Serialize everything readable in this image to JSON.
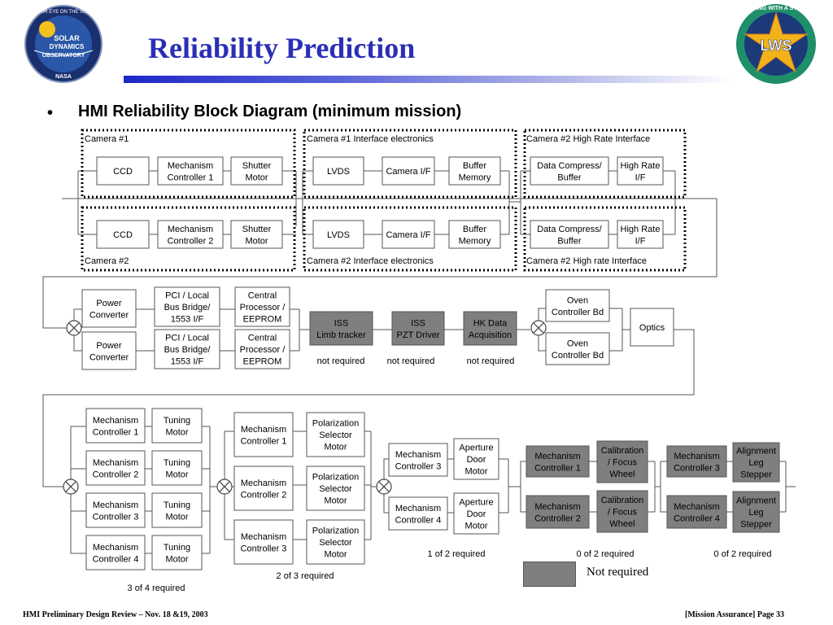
{
  "header": {
    "title": "Reliability Prediction",
    "bullet": "•",
    "subtitle": "HMI Reliability Block Diagram (minimum mission)"
  },
  "logos": {
    "left": {
      "ring": "OUR EYE ON THE SUN",
      "lines": [
        "SOLAR",
        "DYNAMICS",
        "OBSERVATORY"
      ],
      "bottom": "NASA"
    },
    "right": {
      "ring": "LIVING WITH A STAR",
      "center": "LWS"
    }
  },
  "colors": {
    "title": "#2b2fb5",
    "not_required_fill": "#7f7f7f"
  },
  "top_section": {
    "group_labels": {
      "camera1": "Camera #1",
      "camera2": "Camera #2",
      "cam1_interface": "Camera #1 Interface electronics",
      "cam2_interface": "Camera #2 Interface electronics",
      "cam2_hr_top": "Camera #2 High Rate Interface",
      "cam2_hr_bottom": "Camera #2 High rate Interface"
    },
    "row1": [
      [
        "CCD"
      ],
      [
        "Mechanism",
        "Controller 1"
      ],
      [
        "Shutter",
        "Motor"
      ],
      [
        "LVDS"
      ],
      [
        "Camera I/F"
      ],
      [
        "Buffer",
        "Memory"
      ],
      [
        "Data Compress/",
        "Buffer"
      ],
      [
        "High Rate",
        "I/F"
      ]
    ],
    "row2": [
      [
        "CCD"
      ],
      [
        "Mechanism",
        "Controller 2"
      ],
      [
        "Shutter",
        "Motor"
      ],
      [
        "LVDS"
      ],
      [
        "Camera I/F"
      ],
      [
        "Buffer",
        "Memory"
      ],
      [
        "Data Compress/",
        "Buffer"
      ],
      [
        "High Rate",
        "I/F"
      ]
    ]
  },
  "middle_section": {
    "power": [
      [
        "Power",
        "Converter"
      ],
      [
        "Power",
        "Converter"
      ]
    ],
    "bridge": [
      [
        "PCI / Local",
        "Bus Bridge/",
        "1553 I/F"
      ],
      [
        "PCI / Local",
        "Bus Bridge/",
        "1553 I/F"
      ]
    ],
    "cpu": [
      [
        "Central",
        "Processor /",
        "EEPROM"
      ],
      [
        "Central",
        "Processor /",
        "EEPROM"
      ]
    ],
    "grey": [
      [
        "ISS",
        "Limb tracker"
      ],
      [
        "ISS",
        "PZT Driver"
      ],
      [
        "HK Data",
        "Acquisition"
      ]
    ],
    "grey_notes": [
      "not required",
      "not required",
      "not required"
    ],
    "oven": [
      [
        "Oven",
        "Controller Bd"
      ],
      [
        "Oven",
        "Controller Bd"
      ]
    ],
    "optics": [
      "Optics"
    ]
  },
  "bottom_section": {
    "tuning_mech": [
      [
        "Mechanism",
        "Controller 1"
      ],
      [
        "Mechanism",
        "Controller 2"
      ],
      [
        "Mechanism",
        "Controller 3"
      ],
      [
        "Mechanism",
        "Controller 4"
      ]
    ],
    "tuning_motor": [
      [
        "Tuning",
        "Motor"
      ],
      [
        "Tuning",
        "Motor"
      ],
      [
        "Tuning",
        "Motor"
      ],
      [
        "Tuning",
        "Motor"
      ]
    ],
    "tuning_note": "3 of 4 required",
    "pol_mech": [
      [
        "Mechanism",
        "Controller 1"
      ],
      [
        "Mechanism",
        "Controller 2"
      ],
      [
        "Mechanism",
        "Controller 3"
      ]
    ],
    "pol_motor": [
      [
        "Polarization",
        "Selector",
        "Motor"
      ],
      [
        "Polarization",
        "Selector",
        "Motor"
      ],
      [
        "Polarization",
        "Selector",
        "Motor"
      ]
    ],
    "pol_note": "2 of 3 required",
    "door_mech": [
      [
        "Mechanism",
        "Controller 3"
      ],
      [
        "Mechanism",
        "Controller 4"
      ]
    ],
    "door_motor": [
      [
        "Aperture",
        "Door",
        "Motor"
      ],
      [
        "Aperture",
        "Door",
        "Motor"
      ]
    ],
    "door_note": "1 of 2 required",
    "cal_mech": [
      [
        "Mechanism",
        "Controller 1"
      ],
      [
        "Mechanism",
        "Controller 2"
      ]
    ],
    "cal_wheel": [
      [
        "Calibration",
        "/ Focus",
        "Wheel"
      ],
      [
        "Calibration",
        "/ Focus",
        "Wheel"
      ]
    ],
    "cal_note": "0 of 2 required",
    "align_mech": [
      [
        "Mechanism",
        "Controller 3"
      ],
      [
        "Mechanism",
        "Controller 4"
      ]
    ],
    "align_stepper": [
      [
        "Alignment",
        "Leg",
        "Stepper"
      ],
      [
        "Alignment",
        "Leg",
        "Stepper"
      ]
    ],
    "align_note": "0 of 2 required"
  },
  "legend": {
    "label": "Not required"
  },
  "footer": {
    "left": "HMI Preliminary Design Review – Nov. 18 &19, 2003",
    "right": "[Mission Assurance] Page 33"
  }
}
